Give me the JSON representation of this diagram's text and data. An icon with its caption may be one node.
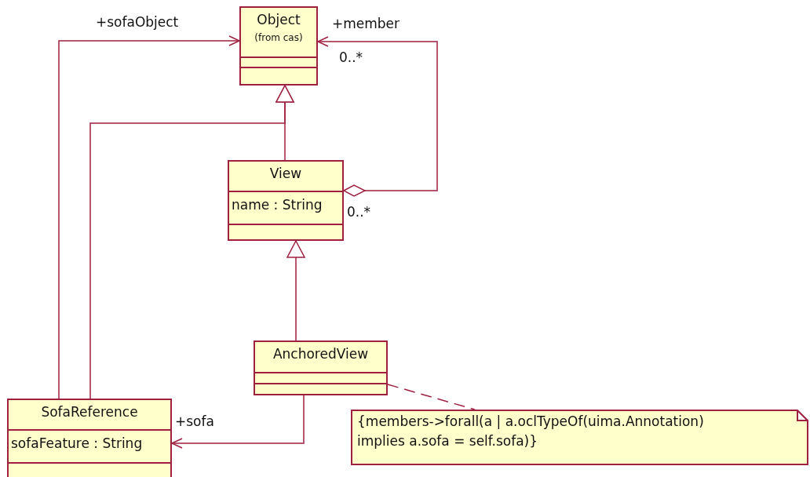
{
  "diagram": {
    "nodes": [
      {
        "text": [
          "Object",
          "(from cas)"
        ]
      },
      {
        "text": [
          "View",
          "name : String"
        ]
      },
      {
        "text": [
          "AnchoredView"
        ]
      },
      {
        "text": [
          "SofaReference",
          "sofaFeature : String"
        ]
      },
      {
        "text": [
          "{members->forall(a | a.oclTypeOf(uima.Annotation) implies a.sofa = self.sofa)}"
        ]
      }
    ],
    "edges": [
      {
        "from": 3,
        "to": 0,
        "arrow": "to",
        "label": "+sofaObject"
      },
      {
        "from": 3,
        "to": 0,
        "arrow": "to"
      },
      {
        "from": 1,
        "to": 0,
        "arrow": "to"
      },
      {
        "from": 1,
        "to": 0,
        "arrow": "to",
        "label": "+member"
      },
      {
        "from": 2,
        "to": 3,
        "arrow": "to",
        "label": "+sofa"
      },
      {
        "from": 2,
        "to": 1,
        "arrow": "to"
      },
      {
        "from": 2,
        "to": 4,
        "arrow": "none",
        "style": "dashed"
      }
    ],
    "labels": [
      "0..*",
      "0..*"
    ]
  }
}
